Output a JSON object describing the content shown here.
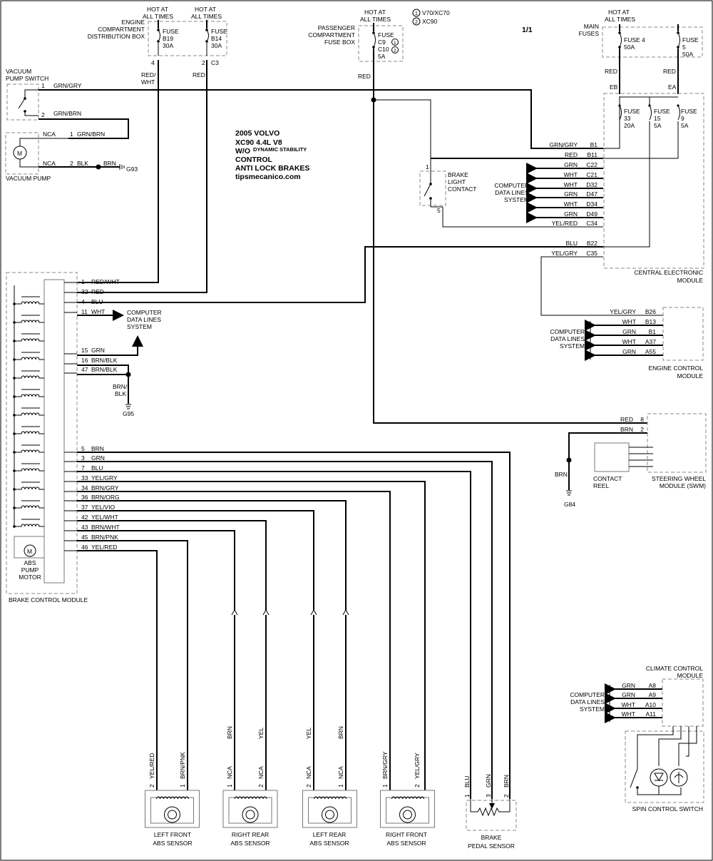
{
  "page": "1/1",
  "title": {
    "line1": "2005 VOLVO",
    "line2": "XC90  4.4L V8",
    "line3a": "W/O",
    "line3b": "DYNAMIC STABILITY",
    "line4": "CONTROL",
    "line5": "ANTI LOCK BRAKES",
    "line6": "tipsmecanico.com"
  },
  "legend": {
    "one": "V70/XC70",
    "two": "XC90"
  },
  "hot1": [
    "HOT AT",
    "ALL TIMES"
  ],
  "hot2": [
    "HOT AT",
    "ALL TIMES"
  ],
  "hot3": [
    "HOT AT",
    "ALL TIMES"
  ],
  "hot4": [
    "HOT AT",
    "ALL TIMES"
  ],
  "engine_box": [
    "ENGINE",
    "COMPARTMENT",
    "DISTRIBUTION BOX"
  ],
  "pass_box": [
    "PASSENGER",
    "COMPARTMENT",
    "FUSE BOX"
  ],
  "main_fuses": [
    "MAIN",
    "FUSES"
  ],
  "fuse_b19": [
    "FUSE",
    "B19",
    "30A"
  ],
  "fuse_b14": [
    "FUSE",
    "B14",
    "30A"
  ],
  "fuse_c9": [
    "FUSE",
    "C9",
    "C10",
    "5A"
  ],
  "fuse4": [
    "FUSE 4",
    "50A"
  ],
  "fuse5": [
    "FUSE",
    "5",
    "50A"
  ],
  "fuse33": [
    "FUSE",
    "33",
    "20A"
  ],
  "fuse15": [
    "FUSE",
    "15",
    "5A"
  ],
  "fuse9": [
    "FUSE",
    "9",
    "5A"
  ],
  "w": {
    "redwht": [
      "RED/",
      "WHT"
    ],
    "red": "RED",
    "red_pass": "RED",
    "red_m1": "RED",
    "red_m2": "RED",
    "eb": "EB",
    "ea": "EA",
    "p4": "4",
    "p2": "2",
    "c3": "C3"
  },
  "vac_switch": [
    "VACUUM",
    "PUMP SWITCH"
  ],
  "vac_pump": "VACUUM PUMP",
  "vac": {
    "p1": "1",
    "grngry": "GRN/GRY",
    "p2": "2",
    "grnbrn": "GRN/BRN",
    "nca1": "NCA",
    "n1": "1",
    "grnbrn2": "GRN/BRN",
    "nca2": "NCA",
    "n2": "2",
    "blk": "BLK",
    "brn": "BRN",
    "g93": "G93",
    "m": "M"
  },
  "cem_rows": [
    {
      "color": "GRN/GRY",
      "pin": "B1"
    },
    {
      "color": "RED",
      "pin": "B11"
    },
    {
      "color": "GRN",
      "pin": "C22"
    },
    {
      "color": "WHT",
      "pin": "C21"
    },
    {
      "color": "WHT",
      "pin": "D32"
    },
    {
      "color": "GRN",
      "pin": "D47"
    },
    {
      "color": "WHT",
      "pin": "D34"
    },
    {
      "color": "GRN",
      "pin": "D49"
    },
    {
      "color": "YEL/RED",
      "pin": "C34"
    },
    {
      "color": "BLU",
      "pin": "B22"
    },
    {
      "color": "YEL/GRY",
      "pin": "C35"
    }
  ],
  "cem_title": [
    "CENTRAL ELECTRONIC",
    "MODULE"
  ],
  "brake_light": [
    "BRAKE",
    "LIGHT",
    "CONTACT"
  ],
  "bl_pins": [
    "1",
    "5"
  ],
  "cdl1": [
    "COMPUTER",
    "DATA LINES",
    "SYSTEM"
  ],
  "ecm_rows": [
    {
      "color": "YEL/GRY",
      "pin": "B26"
    },
    {
      "color": "WHT",
      "pin": "B13"
    },
    {
      "color": "GRN",
      "pin": "B1"
    },
    {
      "color": "WHT",
      "pin": "A37"
    },
    {
      "color": "GRN",
      "pin": "A55"
    }
  ],
  "ecm_title": [
    "ENGINE CONTROL",
    "MODULE"
  ],
  "cdl2": [
    "COMPUTER",
    "DATA LINES",
    "SYSTEM"
  ],
  "bcm_rows": [
    {
      "pin": "1",
      "color": "RED/WHT"
    },
    {
      "pin": "32",
      "color": "RED"
    },
    {
      "pin": "4",
      "color": "BLU"
    },
    {
      "pin": "11",
      "color": "WHT"
    },
    {
      "pin": "15",
      "color": "GRN"
    },
    {
      "pin": "16",
      "color": "BRN/BLK"
    },
    {
      "pin": "47",
      "color": "BRN/BLK"
    },
    {
      "pin": "5",
      "color": "BRN"
    },
    {
      "pin": "3",
      "color": "GRN"
    },
    {
      "pin": "7",
      "color": "BLU"
    },
    {
      "pin": "33",
      "color": "YEL/GRY"
    },
    {
      "pin": "34",
      "color": "BRN/GRY"
    },
    {
      "pin": "36",
      "color": "BRN/ORG"
    },
    {
      "pin": "37",
      "color": "YEL/VIO"
    },
    {
      "pin": "42",
      "color": "YEL/WHT"
    },
    {
      "pin": "43",
      "color": "BRN/WHT"
    },
    {
      "pin": "45",
      "color": "BRN/PNK"
    },
    {
      "pin": "46",
      "color": "YEL/RED"
    }
  ],
  "bcm_title": "BRAKE CONTROL MODULE",
  "abs_motor": [
    "ABS",
    "PUMP",
    "MOTOR"
  ],
  "cdl3": [
    "COMPUTER",
    "DATA LINES",
    "SYSTEM"
  ],
  "g95": [
    "BRN/",
    "BLK",
    "G95"
  ],
  "swm": {
    "r1c": "RED",
    "r1p": "8",
    "r2c": "BRN",
    "r2p": "2",
    "brn": "BRN",
    "g84": "G84",
    "contact": [
      "CONTACT",
      "REEL"
    ],
    "title": [
      "STEERING WHEEL",
      "MODULE (SWM)"
    ]
  },
  "ccm_rows": [
    {
      "color": "GRN",
      "pin": "A8"
    },
    {
      "color": "GRN",
      "pin": "A9"
    },
    {
      "color": "WHT",
      "pin": "A10"
    },
    {
      "color": "WHT",
      "pin": "A11"
    }
  ],
  "ccm_title": [
    "CLIMATE CONTROL",
    "MODULE"
  ],
  "cdl4": [
    "COMPUTER",
    "DATA LINES",
    "SYSTEM"
  ],
  "spin": "SPIN CONTROL SWITCH",
  "sensors": [
    {
      "name": [
        "LEFT FRONT",
        "ABS SENSOR"
      ],
      "p1": "2",
      "p2": "1",
      "w1": "YEL/RED",
      "w2": "BRN/PNK",
      "n1": "",
      "n2": ""
    },
    {
      "name": [
        "RIGHT REAR",
        "ABS SENSOR"
      ],
      "p1": "1",
      "p2": "2",
      "w1": "BRN",
      "w2": "YEL",
      "n1": "NCA",
      "n2": "NCA"
    },
    {
      "name": [
        "LEFT REAR",
        "ABS SENSOR"
      ],
      "p1": "2",
      "p2": "1",
      "w1": "YEL",
      "w2": "BRN",
      "n1": "NCA",
      "n2": "NCA"
    },
    {
      "name": [
        "RIGHT FRONT",
        "ABS SENSOR"
      ],
      "p1": "1",
      "p2": "2",
      "w1": "BRN/GRY",
      "w2": "YEL/GRY",
      "n1": "",
      "n2": ""
    }
  ],
  "pedal": {
    "name": [
      "BRAKE",
      "PEDAL SENSOR"
    ],
    "p1": "1",
    "w1": "BLU",
    "p3": "3",
    "w3": "GRN",
    "p2": "2",
    "w2": "BRN"
  }
}
